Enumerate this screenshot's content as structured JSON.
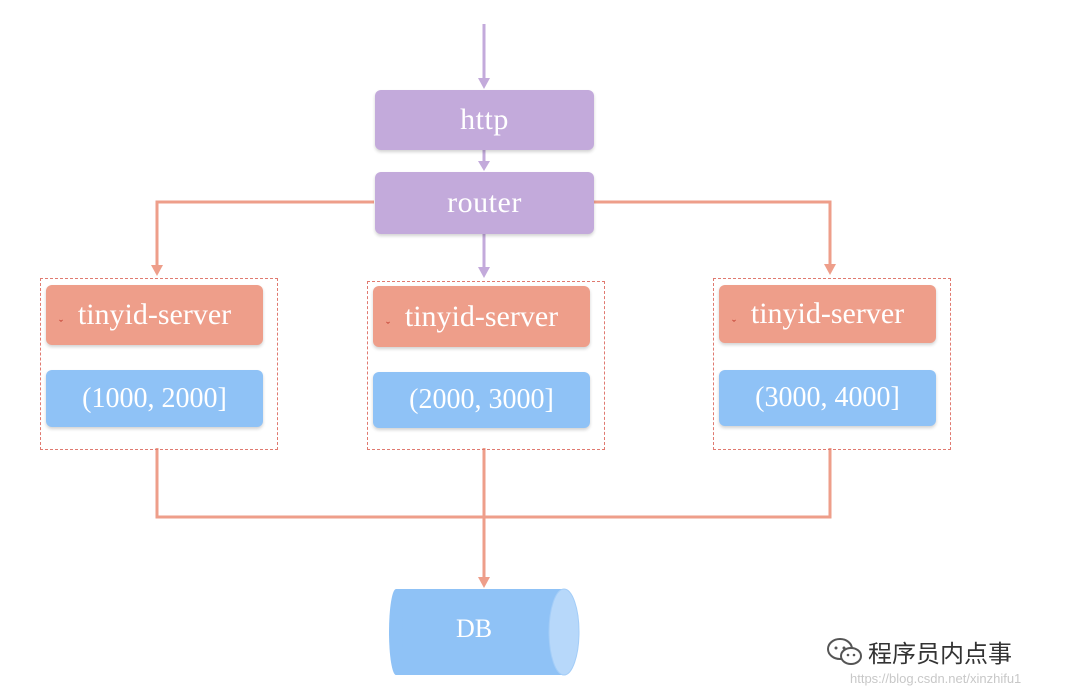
{
  "nodes": {
    "http": "http",
    "router": "router",
    "servers": [
      {
        "label": "tinyid-server",
        "range": "(1000, 2000]"
      },
      {
        "label": "tinyid-server",
        "range": "(2000, 3000]"
      },
      {
        "label": "tinyid-server",
        "range": "(3000, 4000]"
      }
    ],
    "db": "DB"
  },
  "watermark": {
    "brand": "程序员内点事",
    "url": "https://blog.csdn.net/xinzhifu1"
  },
  "colors": {
    "request_node": "#c3aadb",
    "server_node": "#ee9e8a",
    "range_node": "#8fc2f6",
    "connector_purple": "#c3aadb",
    "connector_salmon": "#ee9e8a",
    "group_border": "#e07a70"
  },
  "icons": [
    "wechat-icon"
  ]
}
